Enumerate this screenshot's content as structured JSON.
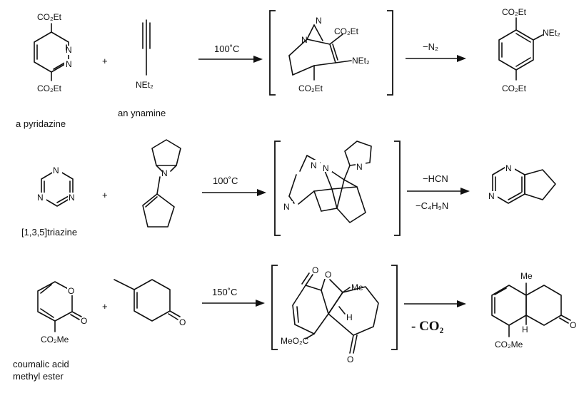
{
  "rows": [
    {
      "reactant1": {
        "top_group": "CO₂Et",
        "ring_atoms": [
          "N",
          "N"
        ],
        "bottom_group": "CO₂Et",
        "name": "a pyridazine"
      },
      "plus": "+",
      "reactant2": {
        "group": "NEt₂",
        "name": "an ynamine"
      },
      "condition": "100˚C",
      "intermediate": {
        "atoms": [
          "N",
          "N"
        ],
        "groups": [
          "CO₂Et",
          "NEt₂",
          "CO₂Et"
        ]
      },
      "step": "−N₂",
      "product": {
        "groups": [
          "CO₂Et",
          "NEt₂",
          "CO₂Et"
        ]
      }
    },
    {
      "reactant1": {
        "ring_atoms": [
          "N",
          "N",
          "N"
        ],
        "name": "[1,3,5]triazine"
      },
      "plus": "+",
      "reactant2": {
        "atom": "N"
      },
      "condition": "100˚C",
      "intermediate": {
        "atoms": [
          "N",
          "N",
          "N"
        ]
      },
      "step": "−HCN",
      "step2": "−C₄H₉N",
      "product": {
        "atoms": [
          "N",
          "N"
        ]
      }
    },
    {
      "reactant1": {
        "ring_atom": "O",
        "carbonyl": "O",
        "group": "CO₂Me",
        "name": "coumalic acid",
        "name2": "methyl ester"
      },
      "plus": "+",
      "reactant2": {
        "carbonyl": "O"
      },
      "condition": "150˚C",
      "intermediate": {
        "atoms": [
          "O",
          "O"
        ],
        "me": "Me",
        "h": "H",
        "group": "MeO₂C",
        "carbonyl": "O"
      },
      "step": "- CO₂",
      "product": {
        "me": "Me",
        "h": "H",
        "carbonyl": "O",
        "group": "CO₂Me"
      }
    }
  ]
}
